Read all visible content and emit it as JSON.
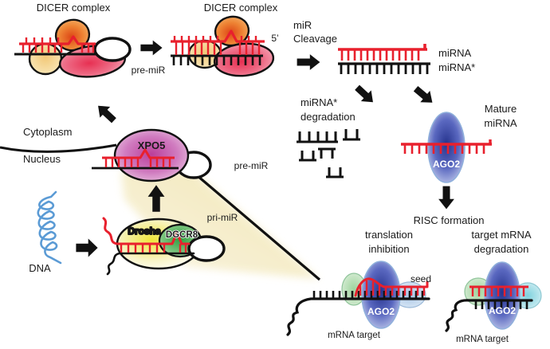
{
  "labels": {
    "dicer_complex_left": "DICER complex",
    "dicer_complex_right": "DICER complex",
    "pre_mir_top": "pre-miR",
    "five_prime": "5’",
    "mir_cleavage_1": "miR",
    "mir_cleavage_2": "Cleavage",
    "mirna": "miRNA",
    "mirna_star": "miRNA*",
    "mirna_star_degradation_1": "miRNA*",
    "mirna_star_degradation_2": "degradation",
    "mature_mirna_1": "Mature",
    "mature_mirna_2": "miRNA",
    "cytoplasm": "Cytoplasm",
    "nucleus": "Nucleus",
    "xpo5": "XPO5",
    "pre_mir_nucleus": "pre-miR",
    "pri_mir": "pri-miR",
    "dna": "DNA",
    "drosha": "Drosha",
    "dgcr8": "DGCR8",
    "ago2_mature": "AGO2",
    "risc_formation": "RISC formation",
    "translation_inhibition_1": "translation",
    "translation_inhibition_2": "inhibition",
    "target_mrna_degradation_1": "target mRNA",
    "target_mrna_degradation_2": "degradation",
    "seed": "seed",
    "ago2_translation": "AGO2",
    "ago2_degradation": "AGO2",
    "mrna_target_left": "mRNA target",
    "mrna_target_right": "mRNA target"
  },
  "colors": {
    "rna_red": "#e8202d",
    "strand_black": "#111111",
    "dna_blue": "#5b9bd5",
    "dicer_orange": "#e9622b",
    "dicer_tan": "#f2cf88",
    "dicer_pink": "#e94a63",
    "xpo5_magenta": "#c558a8",
    "drosha_yellow": "#efe63a",
    "dgcr8_green": "#3ea04a",
    "ago2_blue": "#2e3c96",
    "risc_green": "#a9d8a8",
    "risc_cyan": "#8fd6e2",
    "nucleus_beige": "#f3e9c0",
    "text": "#1a1a1a"
  }
}
